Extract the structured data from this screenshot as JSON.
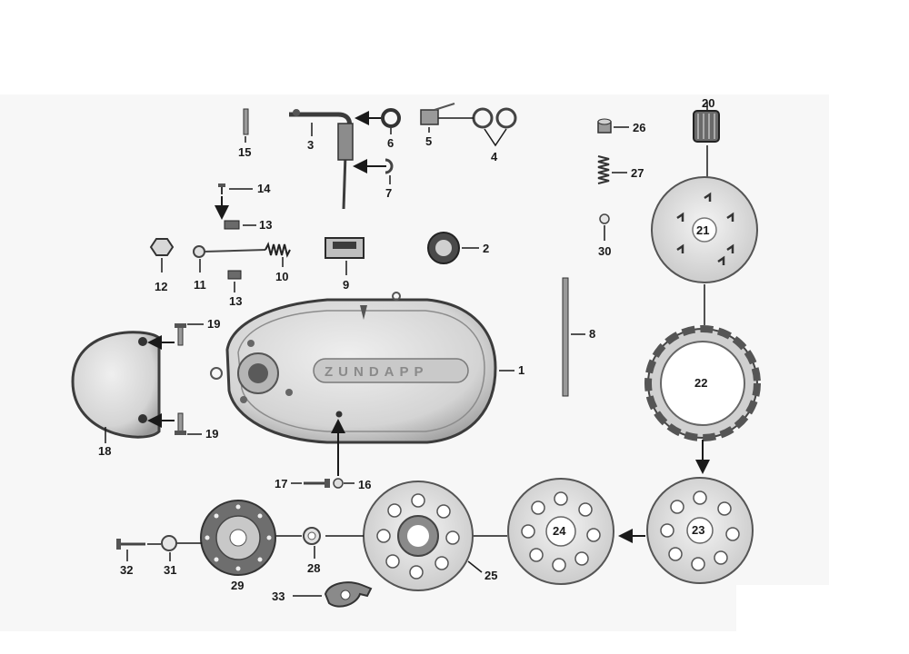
{
  "diagram": {
    "brand_text": "ZUNDAPP",
    "callouts": {
      "c1": "1",
      "c2": "2",
      "c3": "3",
      "c4": "4",
      "c5": "5",
      "c6": "6",
      "c7": "7",
      "c8": "8",
      "c9": "9",
      "c10": "10",
      "c11": "11",
      "c12": "12",
      "c13a": "13",
      "c13b": "13",
      "c14": "14",
      "c15": "15",
      "c16": "16",
      "c17": "17",
      "c18": "18",
      "c19a": "19",
      "c19b": "19",
      "c20": "20",
      "c21": "21",
      "c22": "22",
      "c23": "23",
      "c24": "24",
      "c25": "25",
      "c26": "26",
      "c27": "27",
      "c28": "28",
      "c29": "29",
      "c30": "30",
      "c31": "31",
      "c32": "32",
      "c33": "33"
    },
    "colors": {
      "photo_bg": "#f7f7f7",
      "ink": "#1a1a1a",
      "metal_dark": "#3c3c3c",
      "metal_mid": "#8c8c8c",
      "metal_light": "#d6d6d6",
      "friction": "#6e6e6e"
    }
  }
}
